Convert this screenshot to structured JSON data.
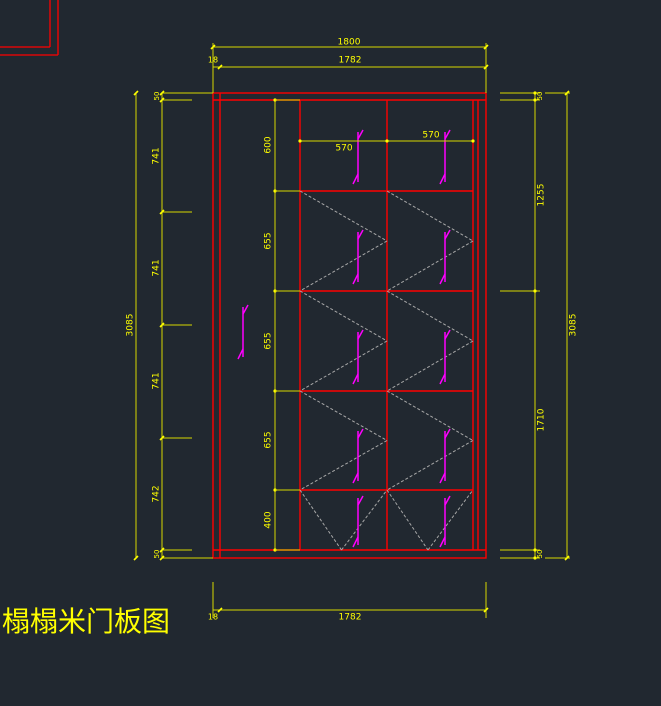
{
  "drawing": {
    "title": "榻榻米门板图",
    "colors": {
      "background": "#212830",
      "panel": "#ff0000",
      "dimension": "#ffff00",
      "dimension_line": "#d7d700",
      "hatch": "#a8a8a8",
      "arrow": "#ff00ff"
    },
    "top_dims": {
      "overall": "1800",
      "left_gap": "18",
      "inner": "1782"
    },
    "bottom_dims": {
      "left_gap": "18",
      "inner": "1782"
    },
    "left_outer": {
      "total": "3085",
      "segments": [
        "741",
        "741",
        "741",
        "742"
      ],
      "top_gap": "50",
      "bottom_gap": "50"
    },
    "left_inner": [
      "600",
      "655",
      "655",
      "655",
      "400"
    ],
    "upper_widths": {
      "left": "570",
      "right": "570"
    },
    "right": {
      "total": "3085",
      "upper": "1255",
      "lower": "1710",
      "top_gap": "50",
      "bottom_gap": "50"
    }
  }
}
